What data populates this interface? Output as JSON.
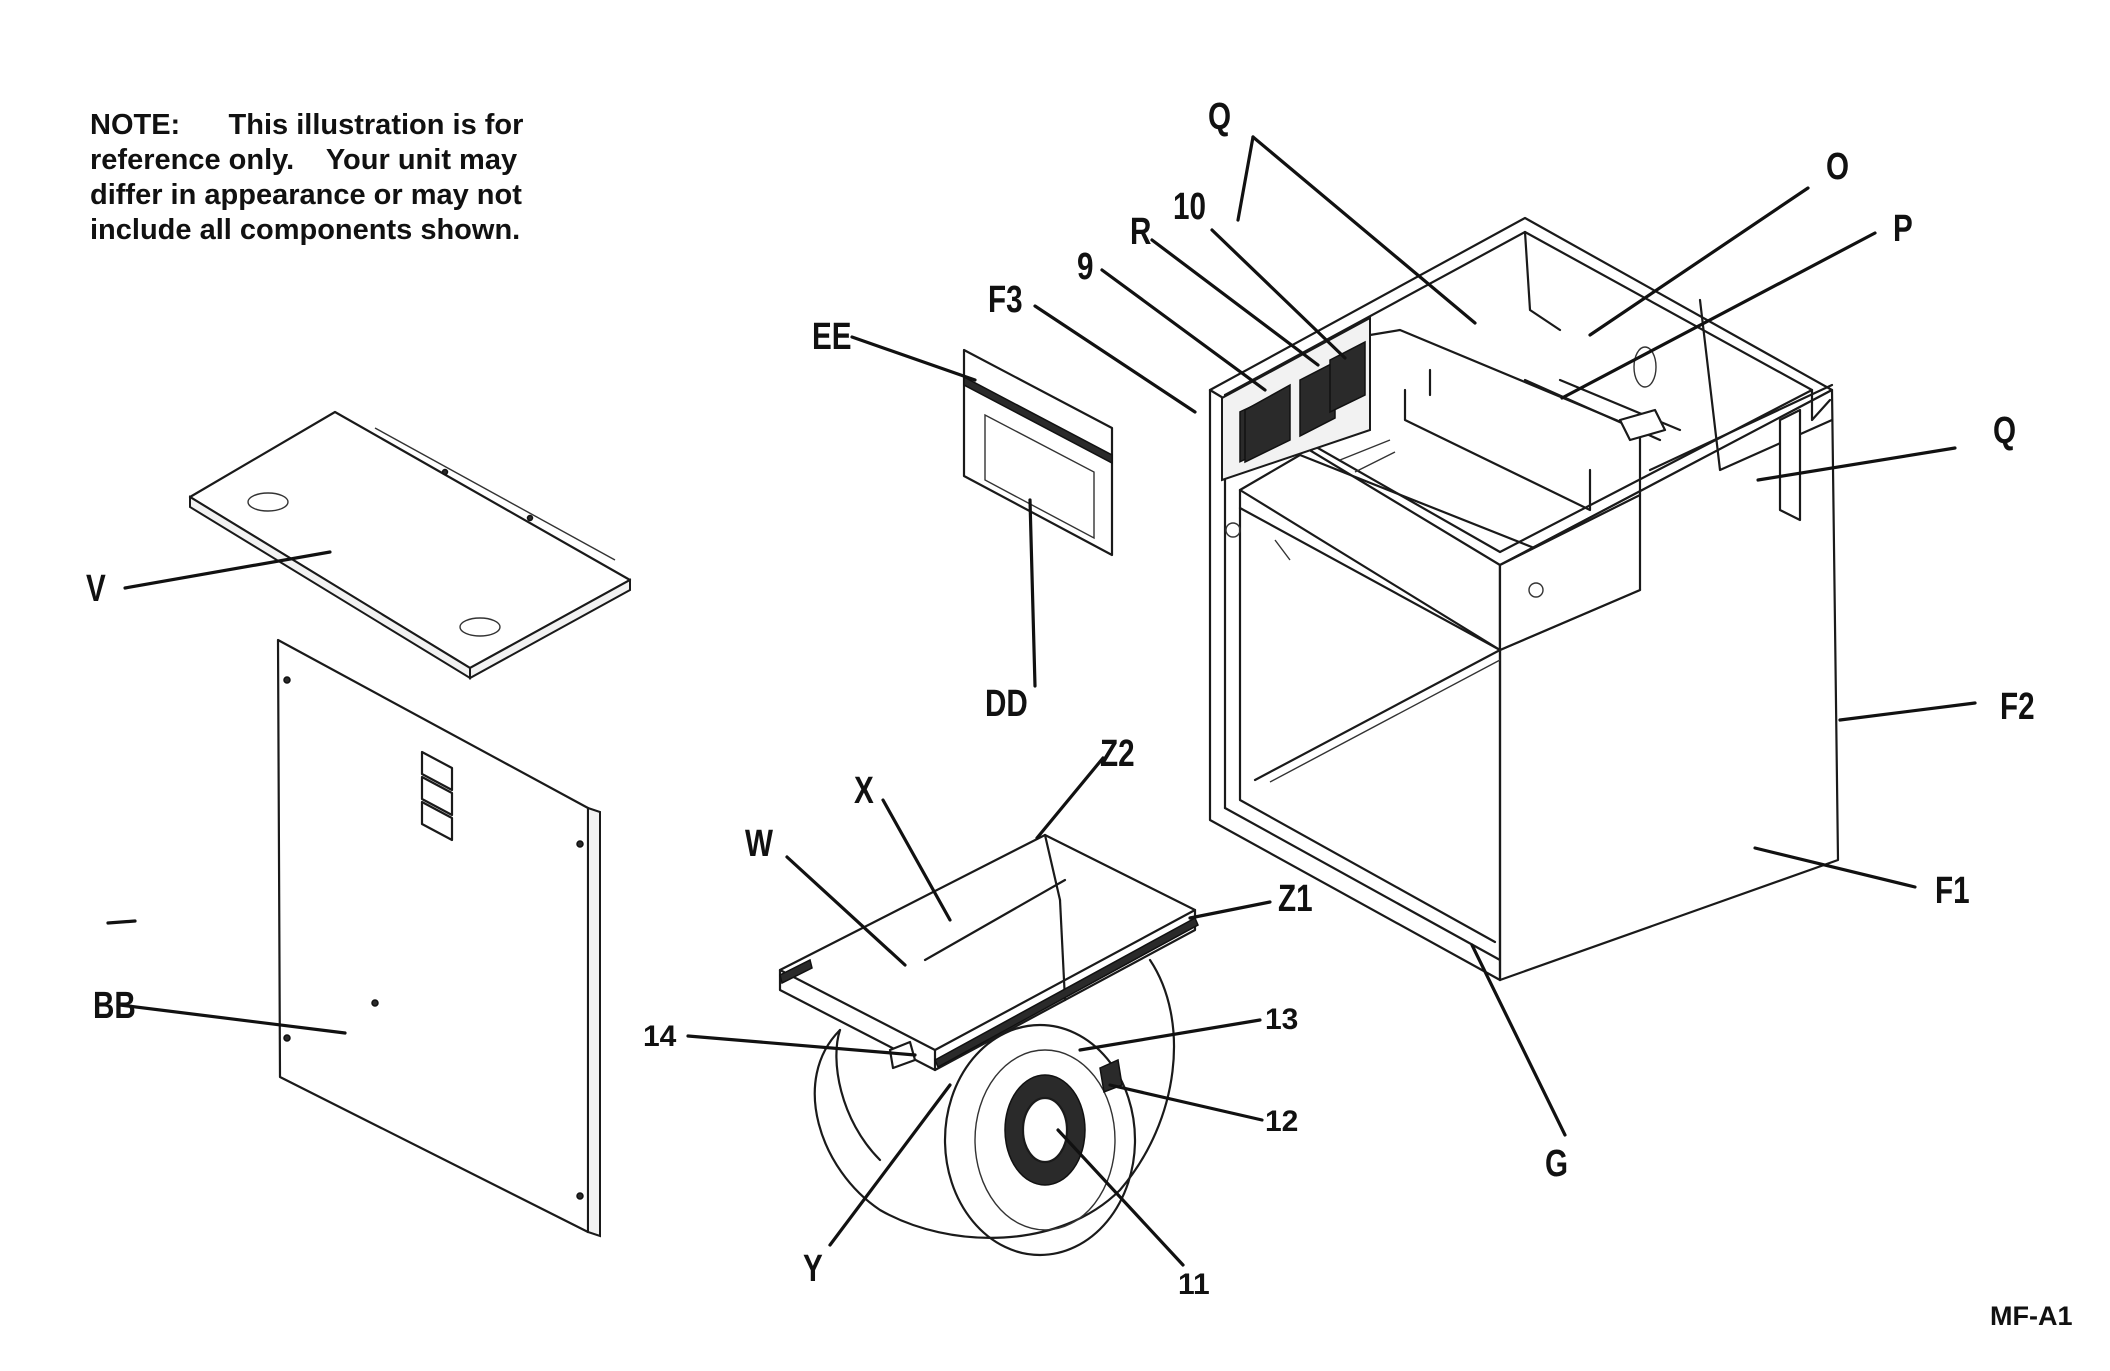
{
  "note": {
    "lines": [
      "NOTE:      This illustration is for",
      "reference only.    Your unit may",
      "differ in appearance or may not",
      "include all components shown."
    ]
  },
  "callouts": {
    "Q_top": "Q",
    "O": "O",
    "P": "P",
    "Q_right": "Q",
    "n10": "10",
    "R": "R",
    "n9": "9",
    "F3": "F3",
    "EE": "EE",
    "DD": "DD",
    "V": "V",
    "BB": "BB",
    "F2": "F2",
    "F1": "F1",
    "G": "G",
    "X": "X",
    "Z2": "Z2",
    "W": "W",
    "Z1": "Z1",
    "n14": "14",
    "n13": "13",
    "n12": "12",
    "Y": "Y",
    "n11": "11"
  },
  "figure_code": "MF-A1"
}
